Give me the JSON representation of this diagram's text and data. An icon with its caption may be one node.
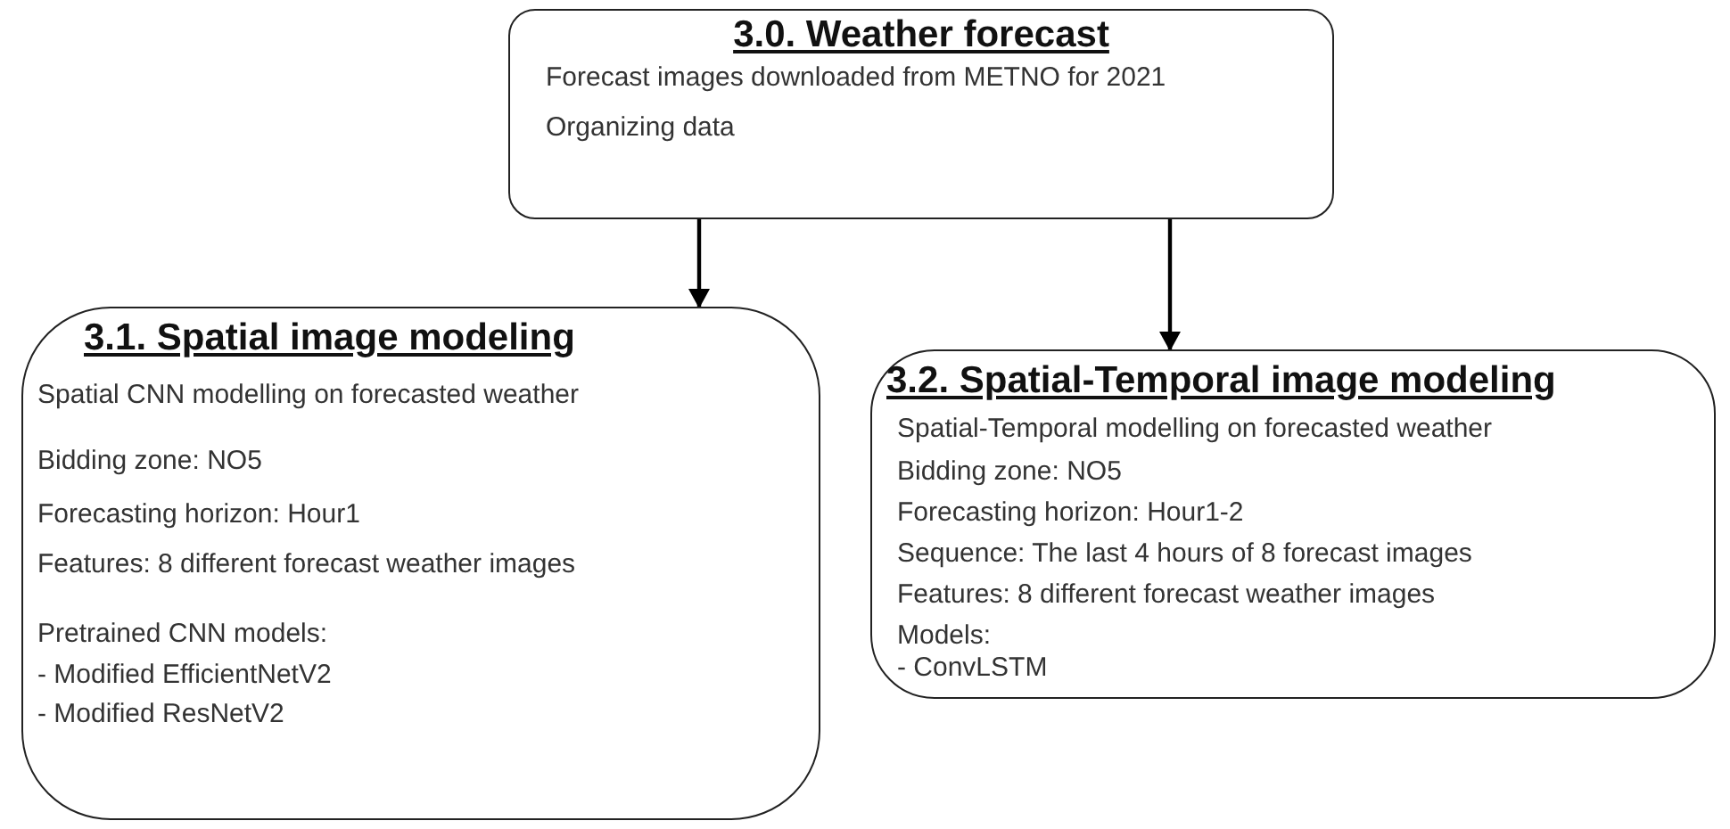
{
  "diagram": {
    "nodes": [
      {
        "text": [
          "3.0. Weather forecast",
          "Forecast images downloaded from METNO for 2021",
          "Organizing data"
        ]
      },
      {
        "text": [
          "3.1. Spatial image modeling",
          "Spatial CNN modelling on forecasted weather",
          "Bidding zone: NO5",
          "Forecasting horizon: Hour1",
          "Features: 8 different forecast weather images",
          "Pretrained CNN models:",
          "- Modified EfficientNetV2",
          "- Modified ResNetV2"
        ]
      },
      {
        "text": [
          "3.2. Spatial-Temporal image modeling",
          "Spatial-Temporal modelling on forecasted weather",
          "Bidding zone: NO5",
          "Forecasting horizon: Hour1-2",
          "Sequence: The last 4 hours of 8 forecast images",
          "Features: 8 different forecast weather images",
          "Models:",
          "- ConvLSTM"
        ]
      }
    ],
    "edges": [
      {
        "from": 0,
        "to": 1,
        "arrow": "to"
      },
      {
        "from": 0,
        "to": 2,
        "arrow": "to"
      }
    ]
  }
}
